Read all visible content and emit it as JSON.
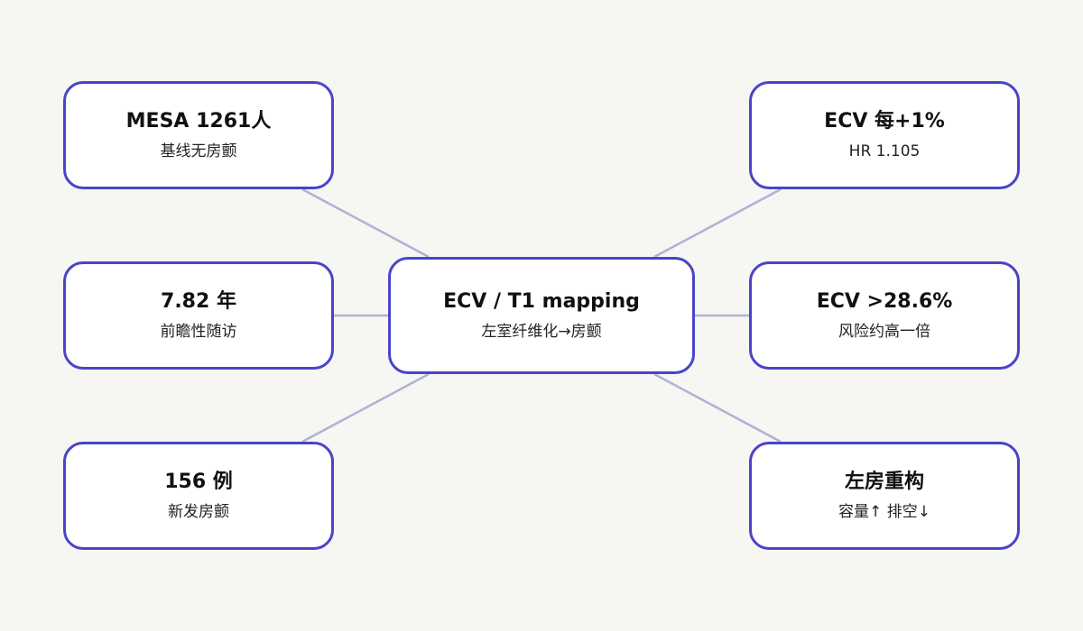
{
  "diagram": {
    "center": {
      "title": "ECV / T1 mapping",
      "subtitle": "左室纤维化→房颤"
    },
    "left": [
      {
        "title": "MESA 1261人",
        "subtitle": "基线无房颤"
      },
      {
        "title": "7.82 年",
        "subtitle": "前瞻性随访"
      },
      {
        "title": "156 例",
        "subtitle": "新发房颤"
      }
    ],
    "right": [
      {
        "title": "ECV 每+1%",
        "subtitle": "HR 1.105"
      },
      {
        "title": "ECV >28.6%",
        "subtitle": "风险约高一倍"
      },
      {
        "title": "左房重构",
        "subtitle": "容量↑ 排空↓"
      }
    ]
  },
  "colors": {
    "background": "#f6f6f2",
    "node_border": "#4a44c9",
    "connector": "#b2b0d6"
  }
}
